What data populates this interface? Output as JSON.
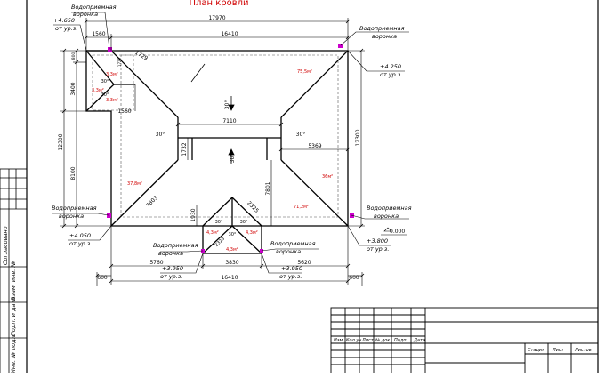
{
  "title": "План кровли",
  "dims": {
    "top_overall": "17970",
    "top_inner": "16410",
    "top_left_offset": "1560",
    "left_3400": "3400",
    "left_800": "800",
    "left_12300": "12300",
    "left_8100": "8100",
    "right_12300": "12300",
    "ridge_7110": "7110",
    "dim_5369": "5369",
    "dim_1732": "1732",
    "dim_1930": "1930",
    "dim_7801": "7801",
    "dim_7803": "7803",
    "dim_2325": "2325",
    "dim_2323": "2323",
    "dim_1729": "1729",
    "dim_1560_small": "1560",
    "dim_1729_left": "1729",
    "bottom_5760": "5760",
    "bottom_3830": "3830",
    "bottom_5620": "5620",
    "bottom_600_left": "600",
    "bottom_600_right": "600",
    "bottom_overall": "16410"
  },
  "slopes": {
    "s30_top": "30°",
    "s30_left": "30°",
    "s30_right": "30°",
    "s30_mid1": "30°",
    "s30_mid2": "30°",
    "s30_small1": "30°",
    "s30_small2": "30°",
    "s30_valley_a": "30°",
    "s30_valley_b": "30°"
  },
  "areas": {
    "a_top": "75,5м²",
    "a_left": "37,8м²",
    "a_right": "36м²",
    "a_bottom": "71,2м²",
    "a_s1": "3,3м²",
    "a_s2": "3,3м²",
    "a_s3": "3,3м²",
    "a_b1": "4,3м²",
    "a_b2": "4,3м²",
    "a_b3": "4,3м²"
  },
  "drains": {
    "d_tl_l1": "Водоприемная",
    "d_tl_l2": "воронка",
    "d_tr_l1": "Водоприемная",
    "d_tr_l2": "воронка",
    "d_ml_l1": "Водоприемная",
    "d_ml_l2": "воронка",
    "d_mr_l1": "Водоприемная",
    "d_mr_l2": "воронка",
    "d_bl_l1": "Водоприемная",
    "d_bl_l2": "воронка",
    "d_br_l1": "Водоприемная",
    "d_br_l2": "воронка"
  },
  "levels": {
    "lv_4650": "+4.650",
    "lv_4650_ref": "от ур.з.",
    "lv_4250": "+4.250",
    "lv_4250_ref": "от ур.з.",
    "lv_4050": "+4.050",
    "lv_4050_ref": "от ур.з.",
    "lv_3800": "+3.800",
    "lv_3800_ref": "от ур.з.",
    "lv_zero": "0.000",
    "lv_3950_l": "+3.950",
    "lv_3950_l_ref": "от ур.з.",
    "lv_3950_r": "+3.950",
    "lv_3950_r_ref": "от ур.з."
  },
  "stamp": {
    "col_izm": "Изм.",
    "col_kol": "Кол.уч.",
    "col_list": "Лист",
    "col_ndok": "№ док.",
    "col_podp": "Подп.",
    "col_data": "Дата",
    "col_stadiya": "Стадия",
    "col_list2": "Лист",
    "col_listov": "Листов"
  },
  "side_stamp": {
    "soglasovano": "Согласовано",
    "vzam": "Взам. инв. №",
    "podp": "Подп. и дата",
    "inv": "Инв. № подл."
  }
}
